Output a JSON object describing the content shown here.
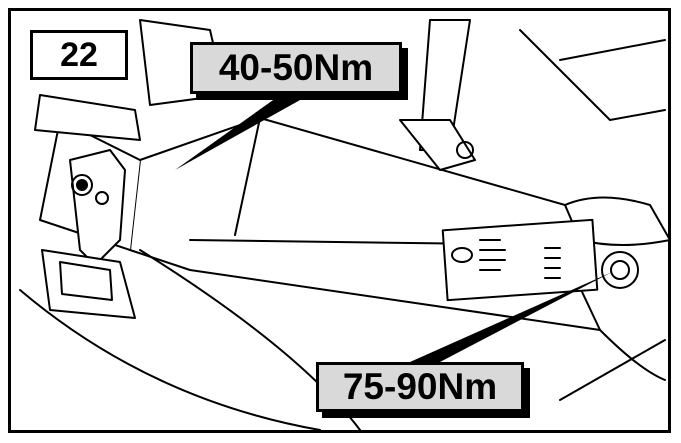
{
  "step": {
    "number": "22"
  },
  "labels": {
    "upper_torque": "40-50Nm",
    "lower_torque": "75-90Nm"
  },
  "colors": {
    "line": "#000000",
    "label_fill": "#d9d9d9",
    "background": "#ffffff"
  }
}
